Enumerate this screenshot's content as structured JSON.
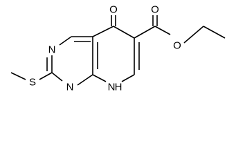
{
  "structure": {
    "atoms": {
      "carbonyl_oxygen": "O",
      "ester_oxygen_carbonyl": "O",
      "ester_oxygen_link": "O",
      "ring_nitrogen_top": "N",
      "ring_nitrogen_bottom": "N",
      "amine_nitrogen": "N",
      "amine_hydrogen": "H",
      "sulfur": "S"
    }
  }
}
